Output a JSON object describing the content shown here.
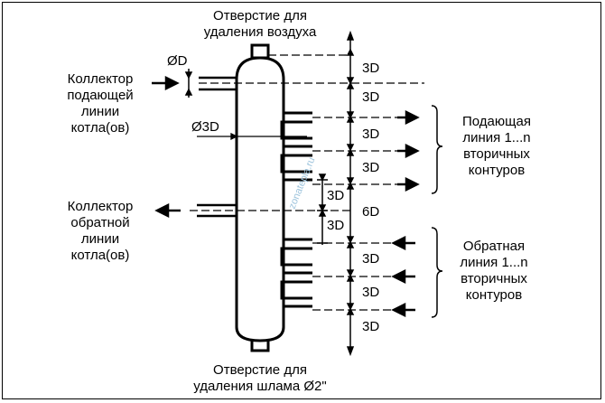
{
  "labels": {
    "air_vent": [
      "Отверстие для",
      "удаления воздуха"
    ],
    "sludge_drain": [
      "Отверстие для",
      "удаления шлама Ø2\""
    ],
    "boiler_supply": [
      "Коллектор",
      "подающей",
      "линии",
      "котла(ов)"
    ],
    "boiler_return": [
      "Коллектор",
      "обратной",
      "линии",
      "котла(ов)"
    ],
    "secondary_supply": [
      "Подающая",
      "линия 1...n",
      "вторичных",
      "контуров"
    ],
    "secondary_return": [
      "Обратная",
      "линия 1...n",
      "вторичных",
      "контуров"
    ]
  },
  "dimensions": {
    "pipe_diameter": "ØD",
    "body_diameter": "Ø3D",
    "right_scale": [
      "3D",
      "3D",
      "3D",
      "3D",
      "6D",
      "3D",
      "3D",
      "3D"
    ],
    "inner_1": "3D",
    "inner_2": "3D"
  },
  "watermark": "zonatepla.ru",
  "colors": {
    "line": "#000000",
    "background": "#ffffff"
  }
}
